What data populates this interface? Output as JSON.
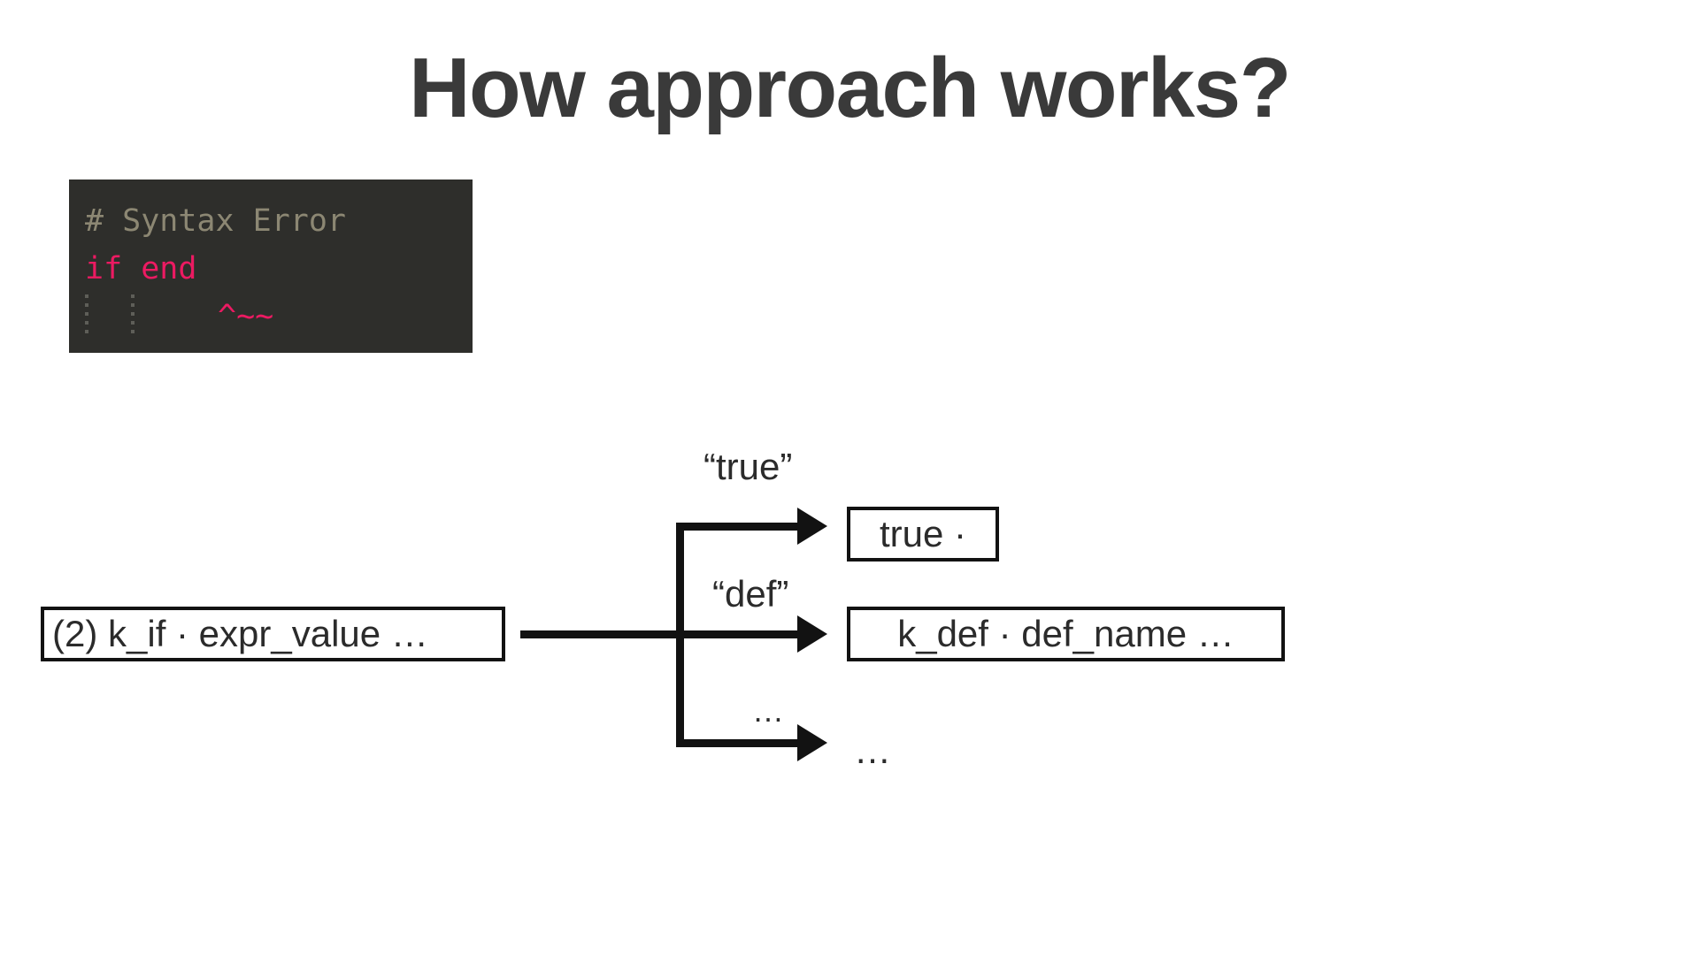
{
  "slide": {
    "title": "How approach works?",
    "title_color": "#3a3a3a",
    "background_color": "#ffffff"
  },
  "code_block": {
    "background_color": "#2e2e2b",
    "comment_color": "#8c8773",
    "keyword_color": "#ec1a62",
    "lines": [
      {
        "text": "# Syntax Error",
        "role": "comment"
      },
      {
        "text": "if end",
        "role": "keyword"
      },
      {
        "text": "^~~",
        "role": "error-marker"
      }
    ]
  },
  "diagram": {
    "type": "flow",
    "source_node": {
      "label": "(2) k_if · expr_value …"
    },
    "branches": [
      {
        "edge_label": "“true”",
        "target_label": "true ·",
        "boxed": true
      },
      {
        "edge_label": "“def”",
        "target_label": "k_def · def_name …",
        "boxed": true
      },
      {
        "edge_label": "…",
        "target_label": "…",
        "boxed": false
      }
    ],
    "line_color": "#121212"
  }
}
